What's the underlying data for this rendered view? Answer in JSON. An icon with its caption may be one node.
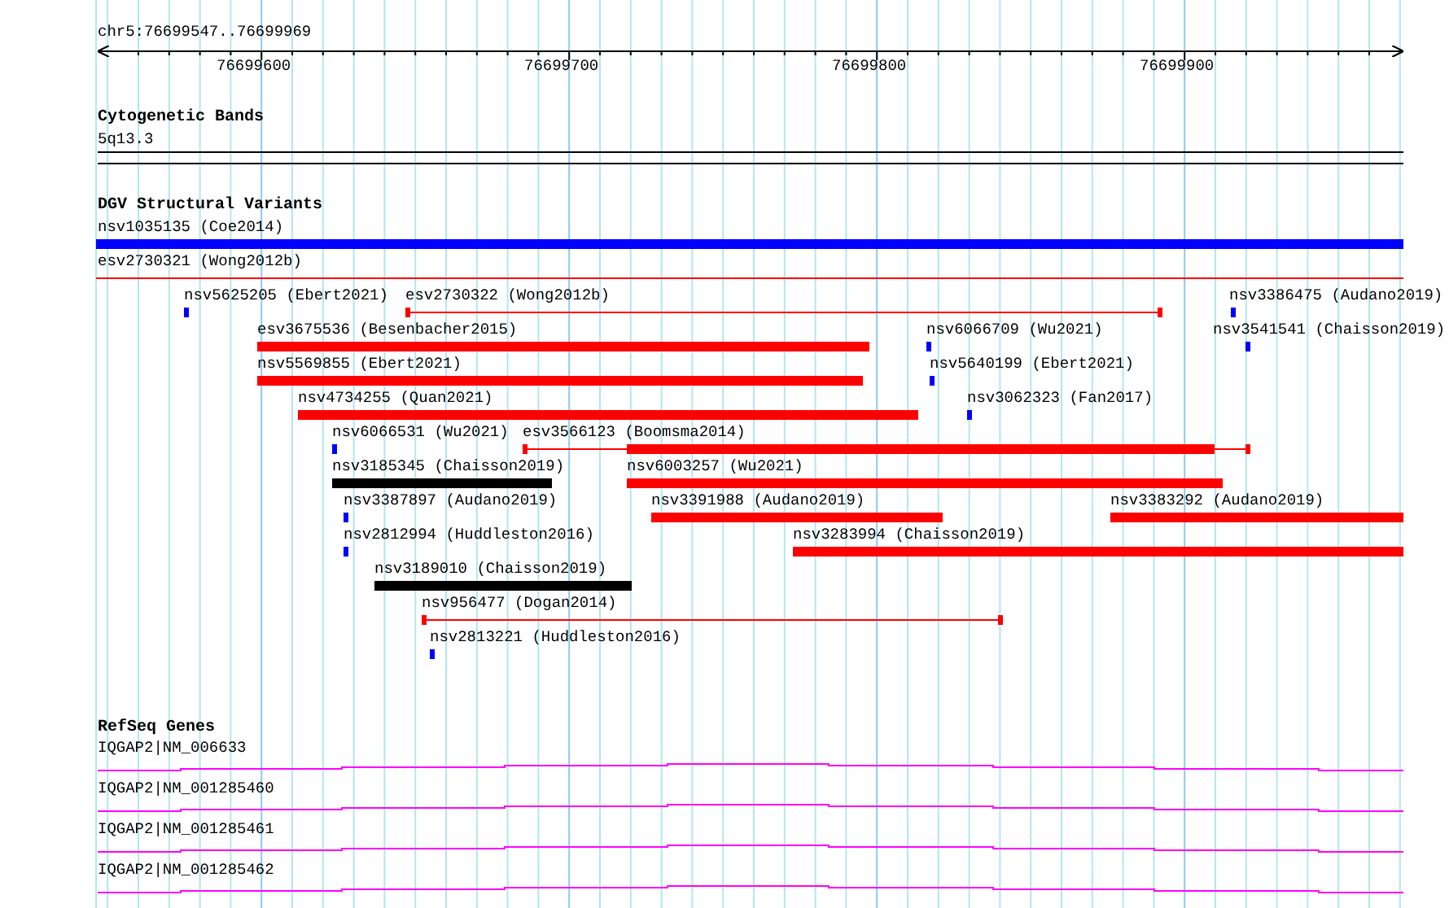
{
  "diagram": {
    "labels": [
      "chr5:76699547..76699969",
      "76699600",
      "76699700",
      "76699800",
      "76699900",
      "Cytogenetic Bands",
      "5q13.3",
      "DGV Structural Variants",
      "nsv1035135 (Coe2014)",
      "esv2730321 (Wong2012b)",
      "nsv5625205 (Ebert2021)",
      "esv2730322 (Wong2012b)",
      "nsv3386475 (Audano2019)",
      "esv3675536 (Besenbacher2015)",
      "nsv6066709 (Wu2021)",
      "nsv3541541 (Chaisson2019)",
      "nsv5569855 (Ebert2021)",
      "nsv5640199 (Ebert2021)",
      "nsv4734255 (Quan2021)",
      "nsv3062323 (Fan2017)",
      "nsv6066531 (Wu2021)",
      "esv3566123 (Boomsma2014)",
      "nsv3185345 (Chaisson2019)",
      "nsv6003257 (Wu2021)",
      "nsv3387897 (Audano2019)",
      "nsv3391988 (Audano2019)",
      "nsv3383292 (Audano2019)",
      "nsv2812994 (Huddleston2016)",
      "nsv3283994 (Chaisson2019)",
      "nsv3189010 (Chaisson2019)",
      "nsv956477 (Dogan2014)",
      "nsv2813221 (Huddleston2016)",
      "RefSeq Genes",
      "IQGAP2|NM_006633",
      "IQGAP2|NM_001285460",
      "IQGAP2|NM_001285461",
      "IQGAP2|NM_001285462"
    ]
  }
}
